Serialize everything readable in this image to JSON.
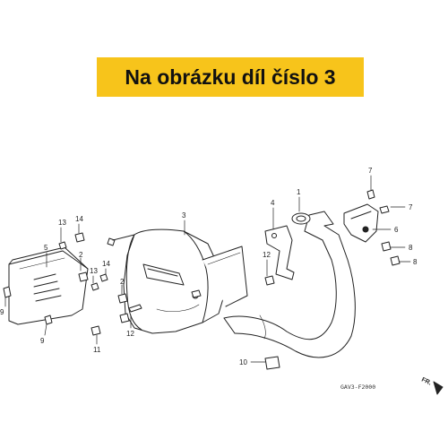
{
  "banner": {
    "text": "Na obrázku díl číslo 3"
  },
  "callouts": [
    {
      "id": "c1",
      "label": "1"
    },
    {
      "id": "c2a",
      "label": "2"
    },
    {
      "id": "c2b",
      "label": "2"
    },
    {
      "id": "c3",
      "label": "3"
    },
    {
      "id": "c4",
      "label": "4"
    },
    {
      "id": "c5",
      "label": "5"
    },
    {
      "id": "c6",
      "label": "6"
    },
    {
      "id": "c7a",
      "label": "7"
    },
    {
      "id": "c7b",
      "label": "7"
    },
    {
      "id": "c8a",
      "label": "8"
    },
    {
      "id": "c8b",
      "label": "8"
    },
    {
      "id": "c9a",
      "label": "9"
    },
    {
      "id": "c9b",
      "label": "9"
    },
    {
      "id": "c10",
      "label": "10"
    },
    {
      "id": "c11",
      "label": "11"
    },
    {
      "id": "c12a",
      "label": "12"
    },
    {
      "id": "c12b",
      "label": "12"
    },
    {
      "id": "c13a",
      "label": "13"
    },
    {
      "id": "c13b",
      "label": "13"
    },
    {
      "id": "c14a",
      "label": "14"
    },
    {
      "id": "c14b",
      "label": "14"
    }
  ],
  "diagram_code": "GAV3-F2000",
  "direction_label": "FR.",
  "colors": {
    "banner": "#f7c41b",
    "ink": "#222222"
  }
}
